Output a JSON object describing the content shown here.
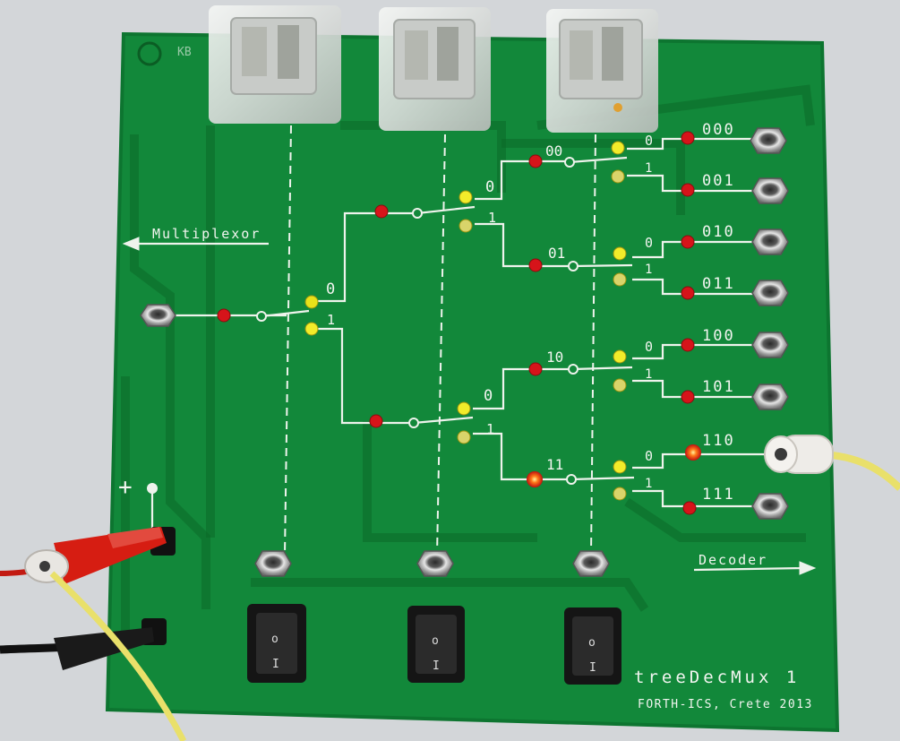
{
  "board": {
    "multiplexor_label": "Multiplexor",
    "decoder_label": "Decoder",
    "title": "treeDecMux 1",
    "credit": "FORTH-ICS, Crete 2013",
    "kb_mark": "KB",
    "power_plus": "+"
  },
  "stages": [
    {
      "zero": "0",
      "one": "1"
    },
    {
      "zero": "0",
      "one": "1"
    },
    {
      "zero": "0",
      "one": "1"
    }
  ],
  "mid_labels": [
    "00",
    "01",
    "10",
    "11"
  ],
  "outputs": [
    "000",
    "001",
    "010",
    "011",
    "100",
    "101",
    "110",
    "111"
  ],
  "switch_glyphs": {
    "top": "o",
    "bottom": "I"
  },
  "colors": {
    "pcb": "#12883a",
    "pcb_dark": "#0c6f2d",
    "silkscreen": "#eef3ec",
    "led_red": "#d6141a",
    "led_yellow": "#e8e21a",
    "led_lit": "#ff6a1a",
    "cable_yellow": "#e9e06a",
    "clip_red": "#d61d12"
  }
}
